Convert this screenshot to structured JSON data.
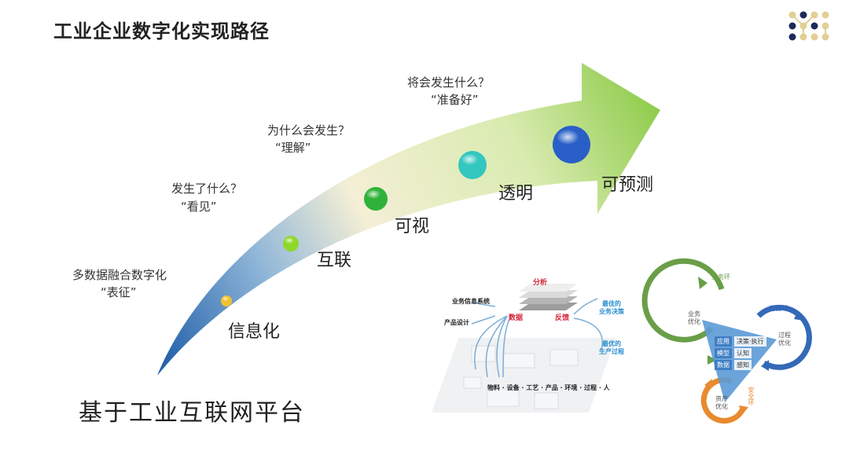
{
  "title": "工业企业数字化实现路径",
  "stages": [
    {
      "label": "信息化",
      "question": "多数据融合数字化",
      "quote": "“表征”",
      "color": "#f2c22e"
    },
    {
      "label": "互联",
      "question": "发生了什么？",
      "quote": "“看见”",
      "color": "#8fd82a"
    },
    {
      "label": "可视",
      "question": "为什么会发生？",
      "quote": "“理解”",
      "color": "#2fb23a"
    },
    {
      "label": "透明",
      "question": "将会发生什么？",
      "quote": "“准备好”",
      "color": "#33c7c0"
    },
    {
      "label": "可预测",
      "color": "#2a5fc8"
    }
  ],
  "bottom_label": "基于工业互联网平台",
  "platform_diagram": {
    "analysis": "分析",
    "data": "数据",
    "feedback": "反馈",
    "business_info_system": "业务信息系统",
    "product_design": "产品设计",
    "best_decision": [
      "最佳的",
      "业务决策"
    ],
    "best_process": [
      "最优的",
      "生产过程"
    ],
    "elements": "物料 · 设备 · 工艺 · 产品 · 环境 · 过程 · 人"
  },
  "loop_diagram": {
    "business_loop": "业务环",
    "business_opt": [
      "业务",
      "优化"
    ],
    "operation_loop": "运营环",
    "process_opt": [
      "过程",
      "优化"
    ],
    "safety_loop": "安全环",
    "asset_opt": [
      "资产",
      "优化"
    ],
    "rows": [
      [
        "应用",
        "决策·执行"
      ],
      [
        "模型",
        "认知"
      ],
      [
        "数据",
        "感知"
      ]
    ]
  }
}
